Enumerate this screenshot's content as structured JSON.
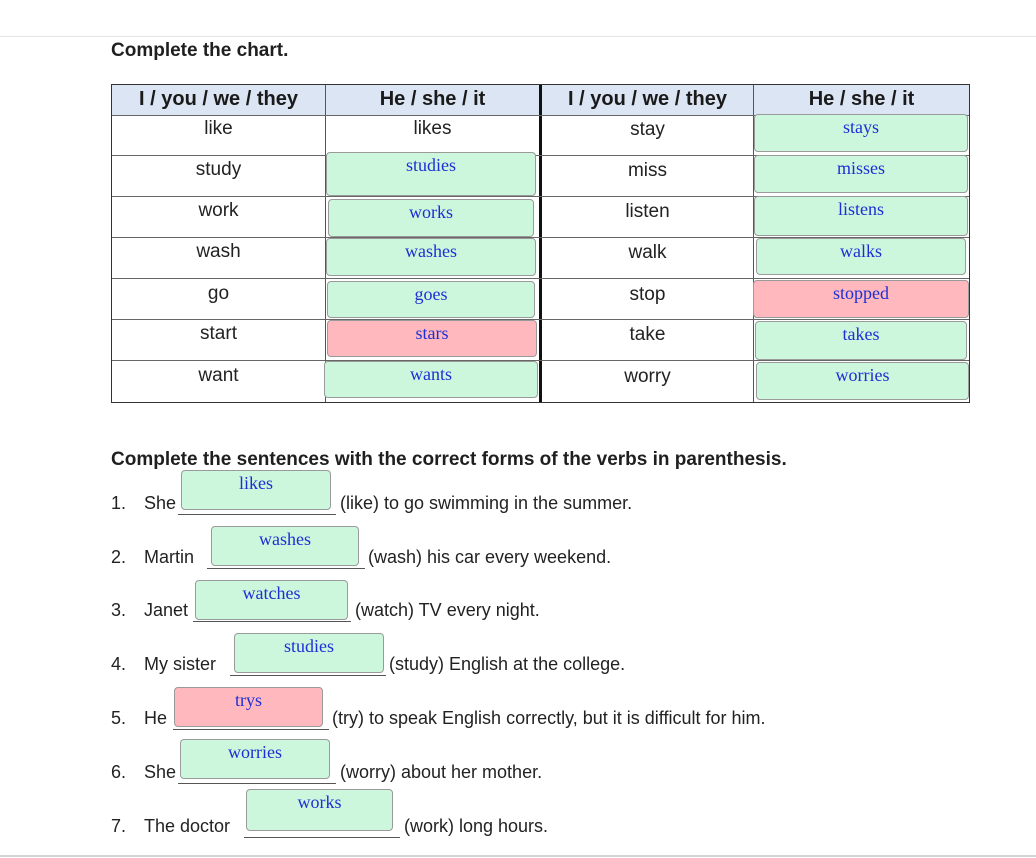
{
  "exercise1": {
    "title": "Complete the chart.",
    "headers": [
      "I / you / we / they",
      "He / she / it",
      "I / you / we / they",
      "He / she / it"
    ],
    "rows": [
      {
        "base1": "like",
        "given1": "likes",
        "answer1": "",
        "base2": "stay",
        "answer2": "stays"
      },
      {
        "base1": "study",
        "given1": "",
        "answer1": "studies",
        "base2": "miss",
        "answer2": "misses"
      },
      {
        "base1": "work",
        "given1": "",
        "answer1": "works",
        "base2": "listen",
        "answer2": "listens"
      },
      {
        "base1": "wash",
        "given1": "",
        "answer1": "washes",
        "base2": "walk",
        "answer2": "walks"
      },
      {
        "base1": "go",
        "given1": "",
        "answer1": "goes",
        "base2": "stop",
        "answer2": "stopped"
      },
      {
        "base1": "start",
        "given1": "",
        "answer1": "stars",
        "base2": "take",
        "answer2": "takes"
      },
      {
        "base1": "want",
        "given1": "",
        "answer1": "wants",
        "base2": "worry",
        "answer2": "worries"
      }
    ]
  },
  "exercise2": {
    "title": "Complete the sentences with the correct forms of the verbs in parenthesis.",
    "sentences": [
      {
        "num": "1.",
        "before": "She",
        "answer": "likes",
        "after": "(like)  to go swimming in the summer."
      },
      {
        "num": "2.",
        "before": "Martin",
        "answer": "washes",
        "after": "(wash) his car every weekend."
      },
      {
        "num": "3.",
        "before": "Janet",
        "answer": "watches",
        "after": "(watch) TV every night."
      },
      {
        "num": "4.",
        "before": "My sister",
        "answer": "studies",
        "after": "(study) English at the college."
      },
      {
        "num": "5.",
        "before": "He",
        "answer": "trys",
        "after": "(try) to speak English correctly, but it is difficult for him."
      },
      {
        "num": "6.",
        "before": "She",
        "answer": "worries",
        "after": "(worry) about her mother."
      },
      {
        "num": "7.",
        "before": "The doctor",
        "answer": "works",
        "after": "(work) long hours."
      }
    ]
  },
  "colors": {
    "correct": "#ccf7dd",
    "incorrect": "#ffb8bd",
    "answer_text": "#1d2ed6"
  }
}
